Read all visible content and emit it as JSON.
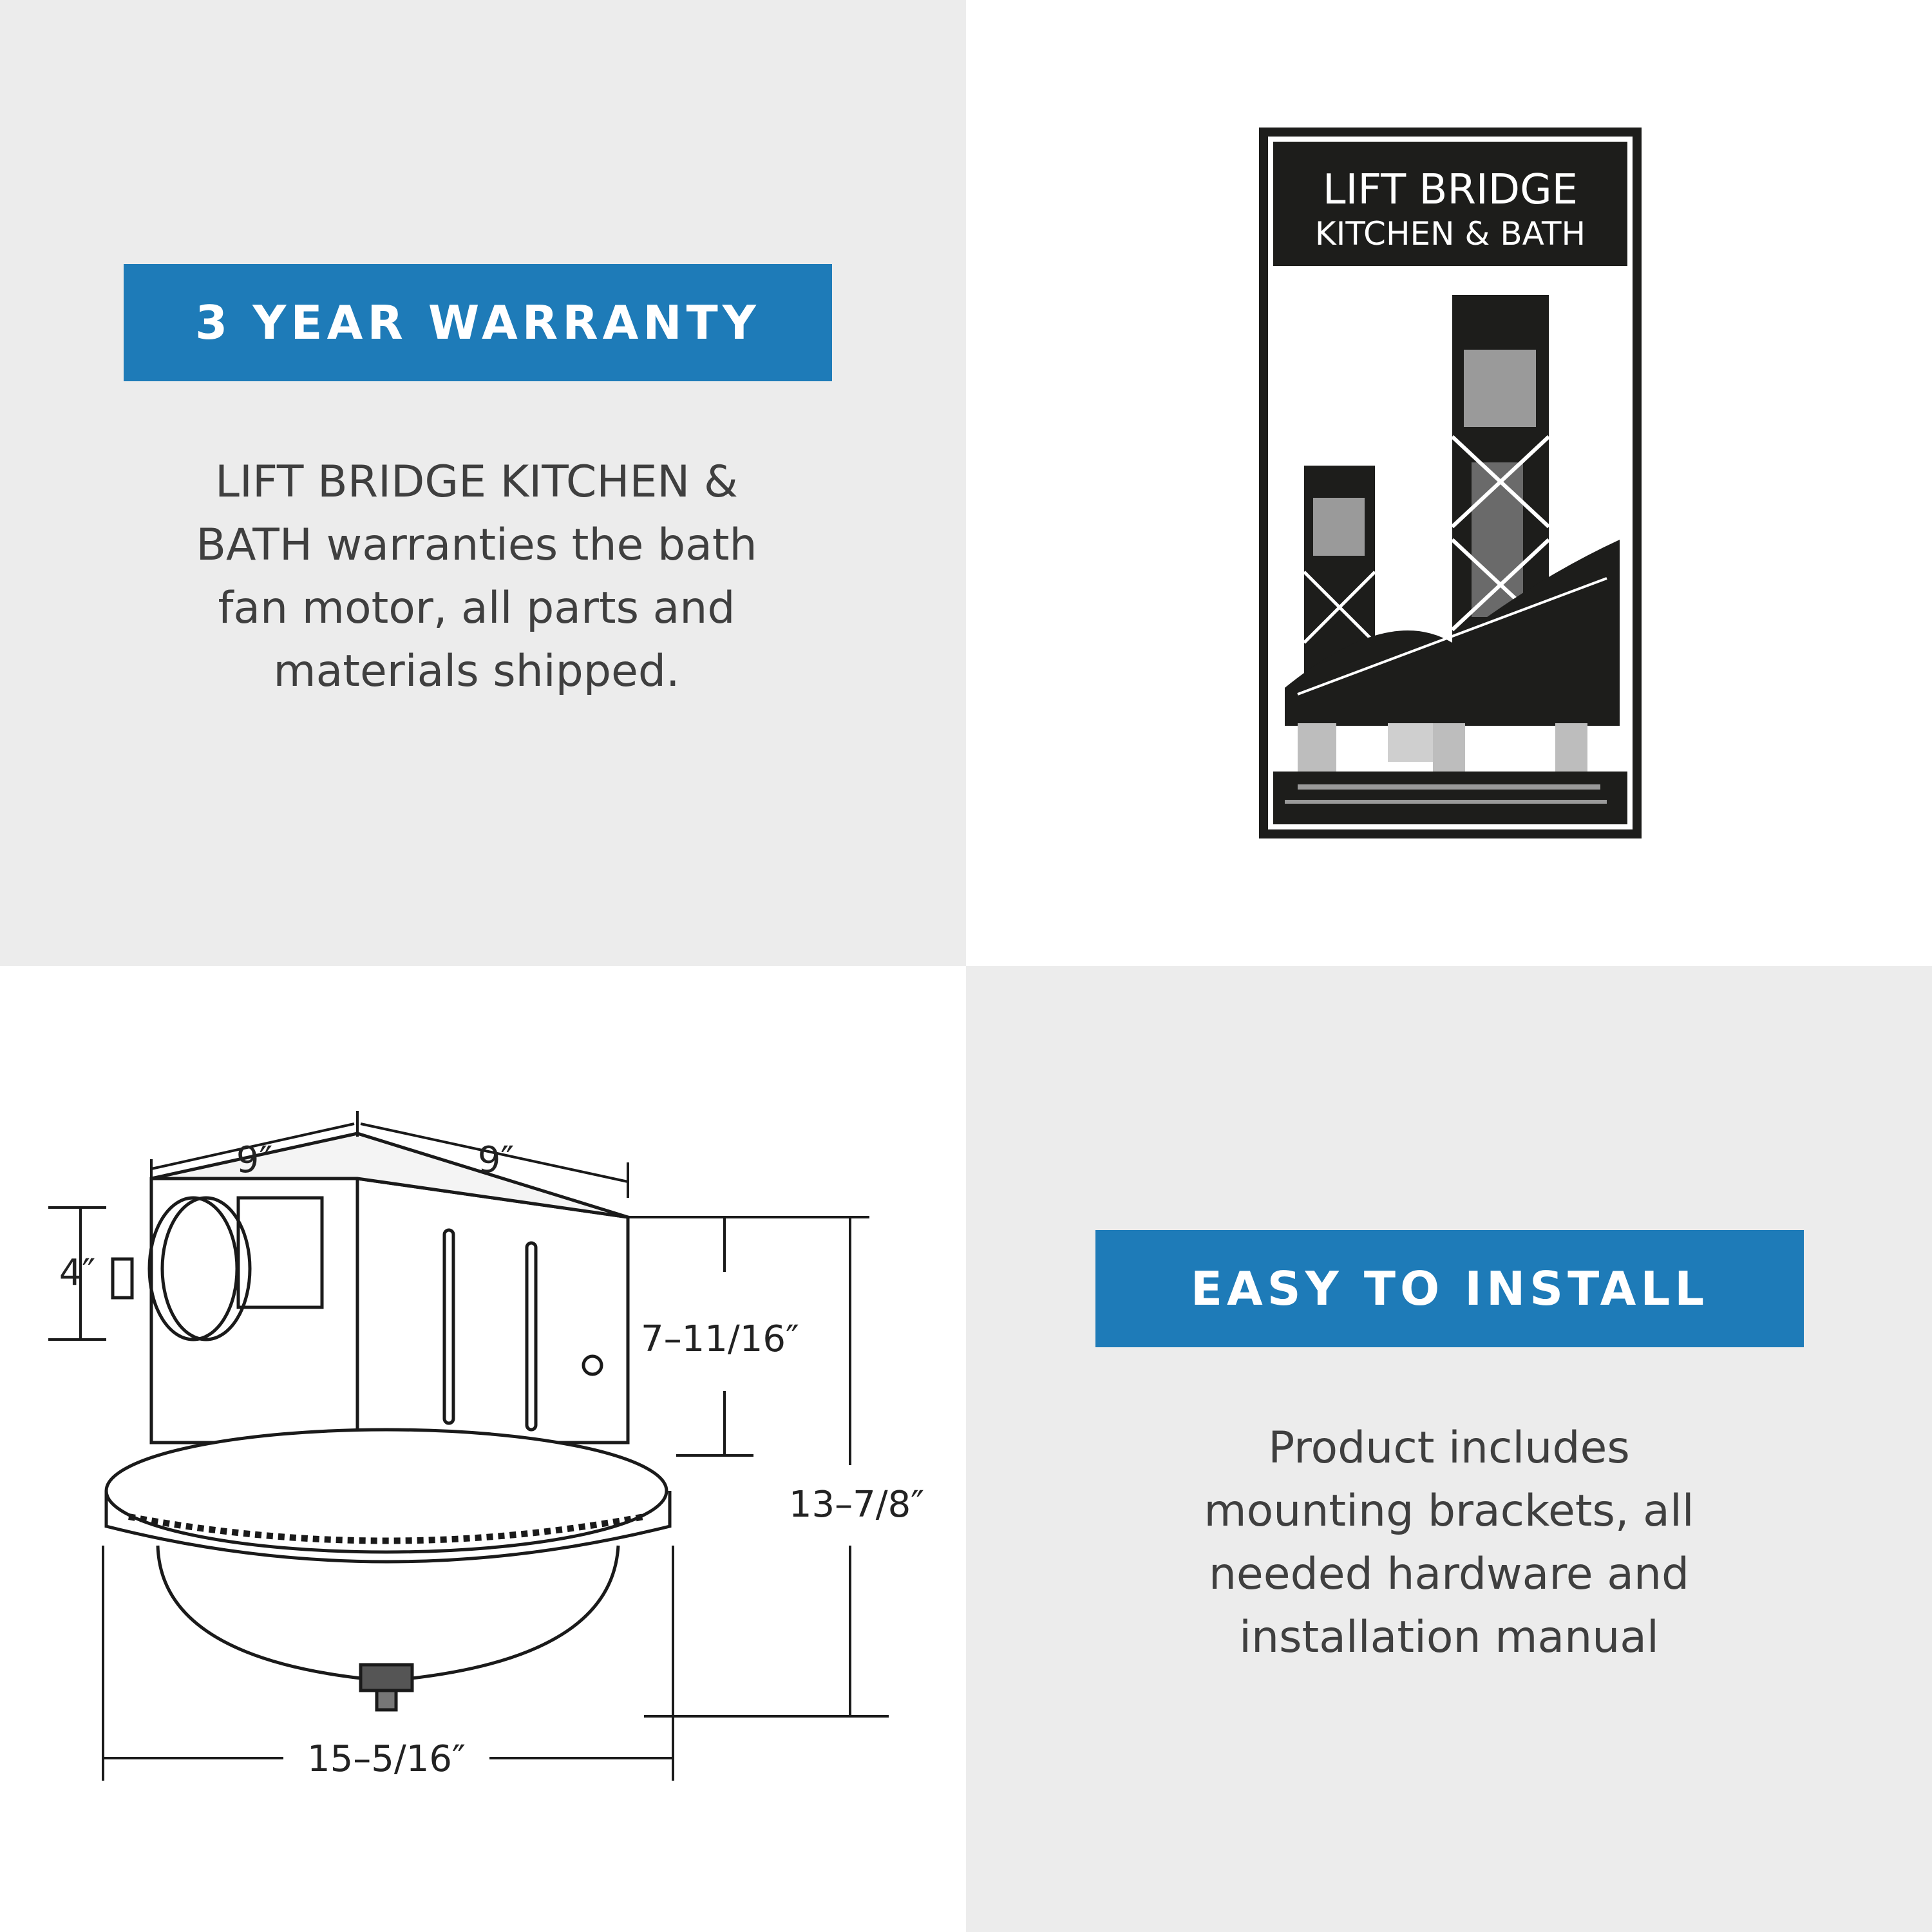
{
  "warranty": {
    "banner": "3 YEAR WARRANTY",
    "lines": [
      "LIFT BRIDGE KITCHEN &",
      "BATH warranties the bath",
      "fan motor, all parts and",
      "materials shipped."
    ]
  },
  "logo": {
    "title_line1": "LIFT BRIDGE",
    "title_line2": "KITCHEN & BATH"
  },
  "install": {
    "banner": "EASY TO INSTALL",
    "lines": [
      "Product includes",
      "mounting brackets, all",
      "needed hardware and",
      "installation manual"
    ]
  },
  "dimensions": {
    "width_left": "9″",
    "width_right": "9″",
    "duct": "4″",
    "housing_height": "7–11/16″",
    "total_height": "13–7/8″",
    "diameter": "15–5/16″"
  },
  "colors": {
    "banner": "#1e7bb8",
    "panel_gray": "#ececec",
    "text": "#3f3f3f"
  }
}
